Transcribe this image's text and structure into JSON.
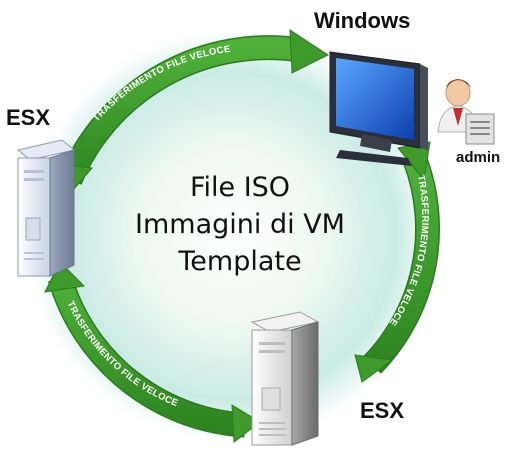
{
  "nodes": {
    "windows": "Windows",
    "esx_left": "ESX",
    "esx_bottom": "ESX",
    "admin": "admin"
  },
  "center": {
    "line1": "File ISO",
    "line2": "Immagini di VM",
    "line3": "Template"
  },
  "arrows": {
    "top_left": "TRASFERIMENTO FILE VELOCE",
    "right": "TRASFERIMENTO FILE VELOCE",
    "bottom_left": "TRASFERIMENTO FILE VELOCE"
  },
  "colors": {
    "arrow_green": "#3f9a2c",
    "arrow_dark": "#2c7a1e",
    "glow": "#bfe6e0"
  }
}
